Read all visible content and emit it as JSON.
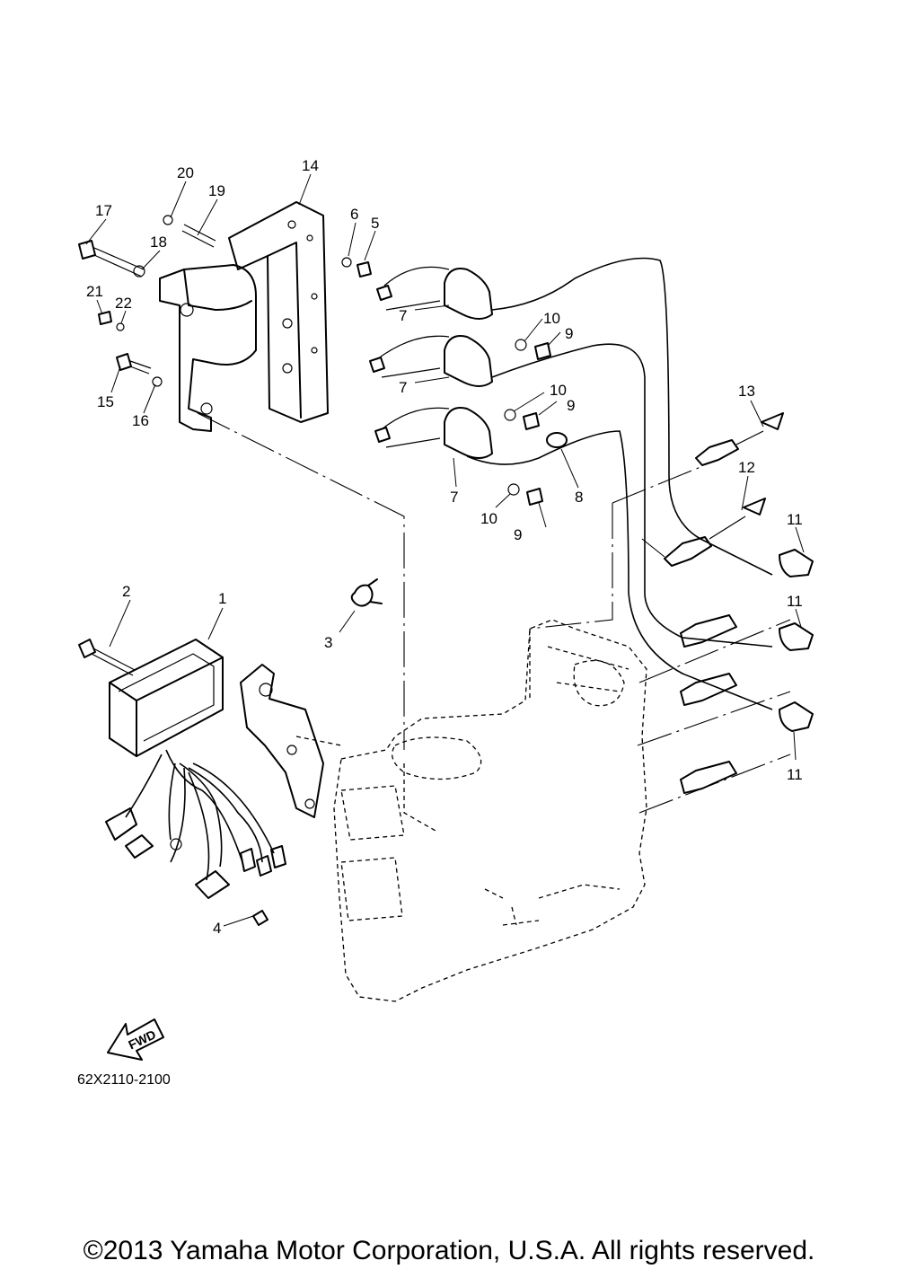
{
  "diagram_code": "62X2110-2100",
  "fwd_label": "FWD",
  "copyright": "©2013 Yamaha Motor Corporation, U.S.A. All rights reserved.",
  "callouts": [
    "1",
    "2",
    "3",
    "4",
    "5",
    "6",
    "7",
    "7",
    "7",
    "8",
    "9",
    "9",
    "9",
    "10",
    "10",
    "10",
    "11",
    "11",
    "11",
    "12",
    "13",
    "14",
    "15",
    "16",
    "17",
    "18",
    "19",
    "20",
    "21",
    "22"
  ]
}
